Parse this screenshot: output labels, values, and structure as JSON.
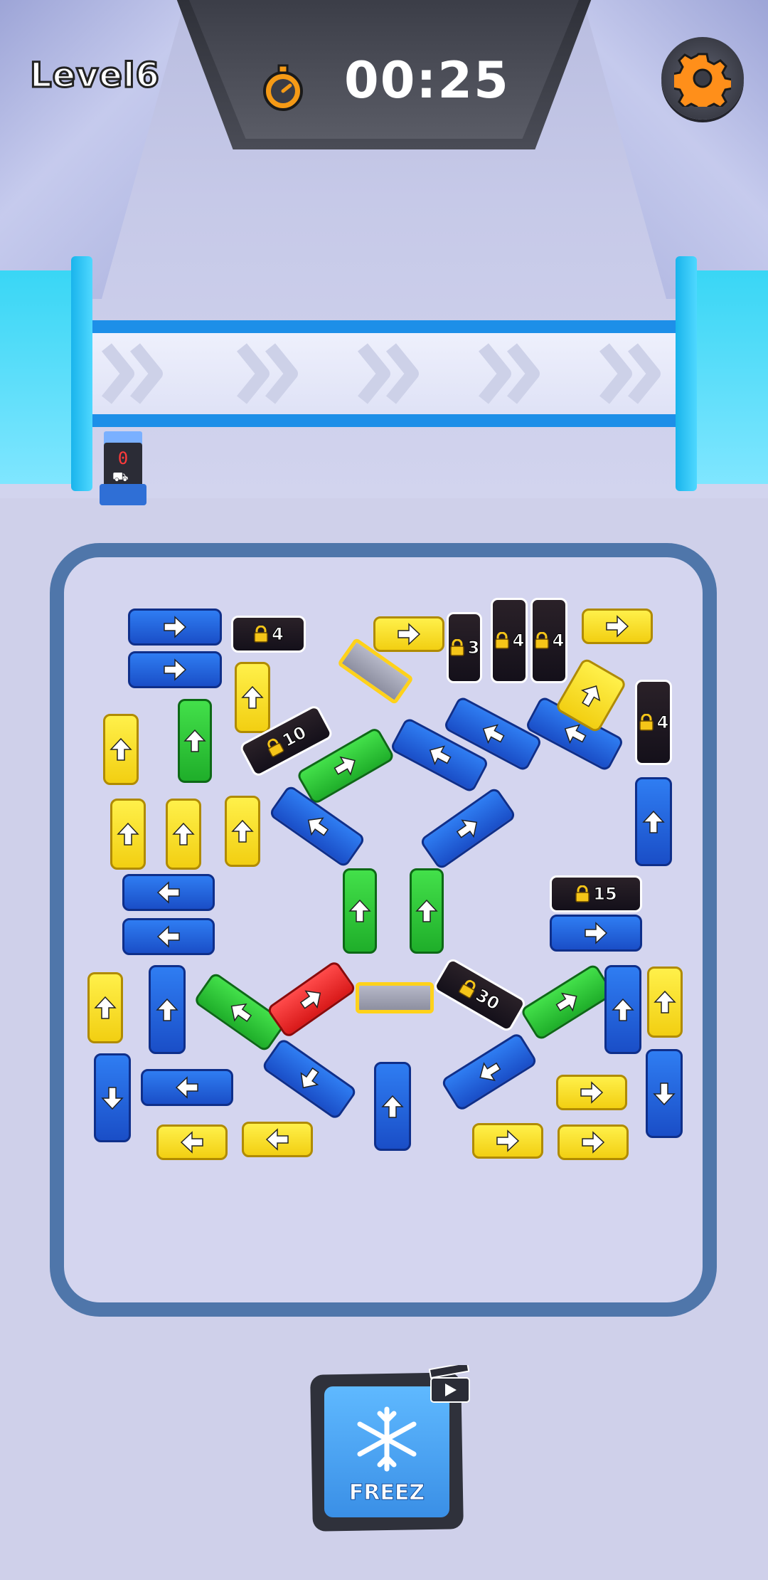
{
  "hud": {
    "level_label": "Level6",
    "timer": "00:25",
    "settings_icon": "gear-icon",
    "timer_icon": "stopwatch-icon"
  },
  "conveyor": {
    "parked_count": "0"
  },
  "locks": {
    "black_1": "4",
    "black_2": "3",
    "black_3": "4",
    "black_4": "4",
    "black_5": "10",
    "black_6": "4",
    "black_7": "15",
    "black_8": "30"
  },
  "booster": {
    "label": "FREEZ",
    "icon": "snowflake-icon",
    "ad_icon": "video-clapper-icon"
  },
  "colors": {
    "blue": "#2f7df2",
    "yellow": "#f2cf12",
    "green": "#1fae2a",
    "red": "#d81919",
    "black": "#14101a",
    "lot_border": "#4f76aa"
  }
}
